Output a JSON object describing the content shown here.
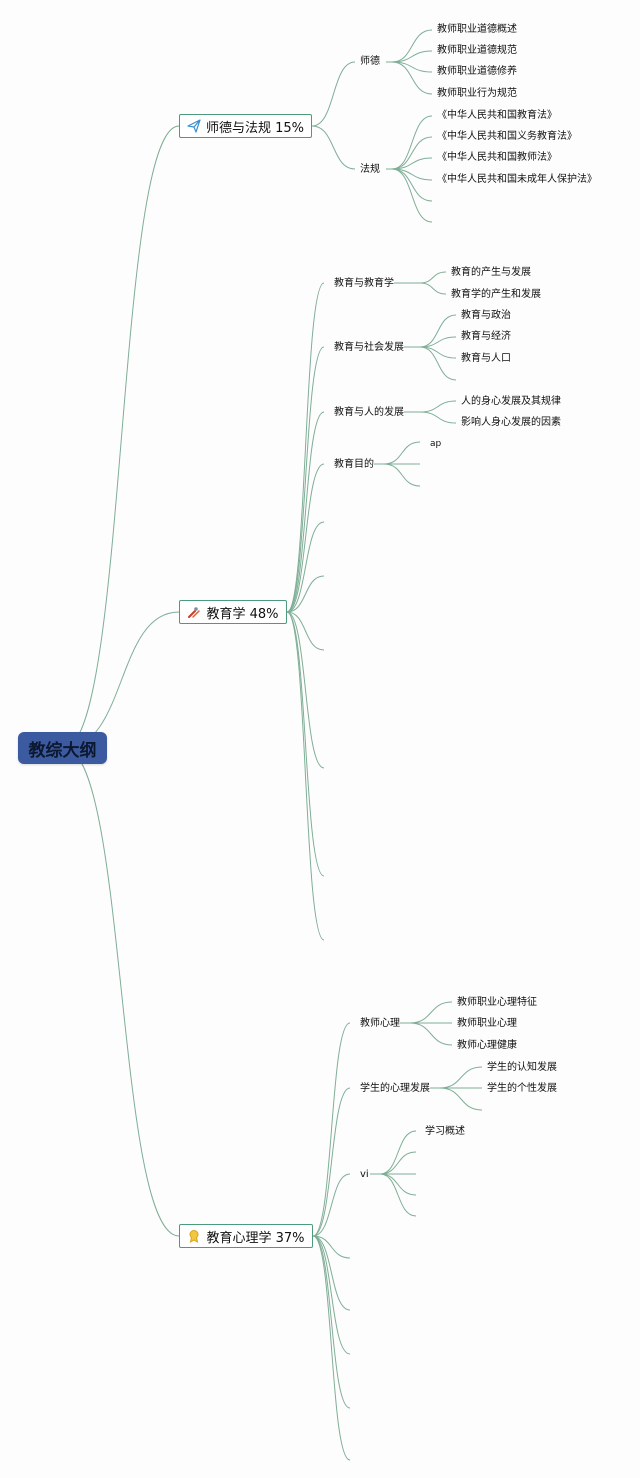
{
  "root": {
    "label": "教综大纲"
  },
  "branches": [
    {
      "label": "师德与法规 15%",
      "icon": "paper-plane-icon",
      "subs": [
        {
          "label": "师德",
          "leaves": [
            "教师职业道德概述",
            "教师职业道德规范",
            "教师职业道德修养",
            "教师职业行为规范"
          ]
        },
        {
          "label": "法规",
          "leaves": [
            "《中华人民共和国教育法》",
            "《中华人民共和国义务教育法》",
            "《中华人民共和国教师法》",
            "《中华人民共和国未成年人保护法》",
            ""
          ]
        }
      ]
    },
    {
      "label": "教育学 48%",
      "icon": "tools-icon",
      "subs": [
        {
          "label": "教育与教育学",
          "leaves": [
            "教育的产生与发展",
            "教育学的产生和发展"
          ]
        },
        {
          "label": "教育与社会发展",
          "leaves": [
            "教育与政治",
            "教育与经济",
            "教育与人口"
          ]
        },
        {
          "label": "教育与人的发展",
          "leaves": [
            "人的身心发展及其规律",
            "影响人身心发展的因素"
          ]
        },
        {
          "label": "教育目的",
          "leaves": [
            "ap",
            "",
            ""
          ]
        },
        {
          "label": "",
          "leaves": []
        },
        {
          "label": "",
          "leaves": []
        },
        {
          "label": "",
          "leaves": []
        },
        {
          "label": "",
          "leaves": []
        },
        {
          "label": "",
          "leaves": []
        },
        {
          "label": "",
          "leaves": []
        }
      ]
    },
    {
      "label": "教育心理学 37%",
      "icon": "award-ribbon-icon",
      "subs": [
        {
          "label": "教师心理",
          "leaves": [
            "教师职业心理特征",
            "教师职业心理",
            "教师心理健康"
          ]
        },
        {
          "label": "学生的心理发展",
          "leaves": [
            "学生的认知发展",
            "学生的个性发展"
          ]
        },
        {
          "label": "vi",
          "leaves": [
            "学习概述",
            "",
            "",
            "",
            ""
          ]
        },
        {
          "label": "",
          "leaves": []
        },
        {
          "label": "",
          "leaves": []
        },
        {
          "label": "",
          "leaves": []
        },
        {
          "label": "",
          "leaves": []
        },
        {
          "label": "",
          "leaves": []
        }
      ]
    }
  ],
  "colors": {
    "line": "#7fae96",
    "border": "#4e9a7d",
    "root_fill": "#3c5a9f"
  }
}
